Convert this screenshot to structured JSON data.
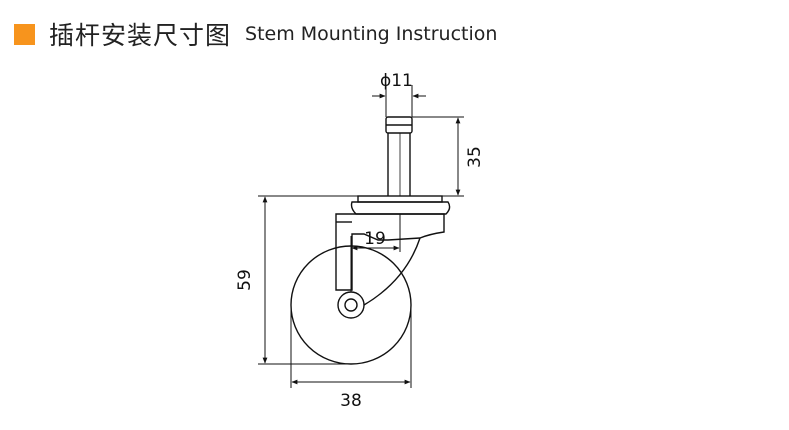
{
  "header": {
    "title_cn": "插杆安装尺寸图",
    "title_en": "Stem Mounting Instruction",
    "marker_color": "#f7941d"
  },
  "dimensions": {
    "stem_diameter": "ϕ11",
    "stem_length": "35",
    "offset": "19",
    "total_height": "59",
    "wheel_diameter": "38"
  }
}
